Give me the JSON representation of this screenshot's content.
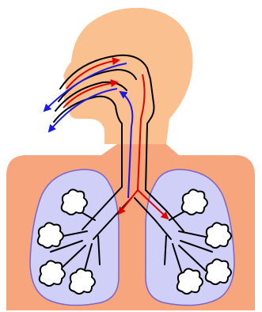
{
  "diagram": {
    "subject": "respiratory-system",
    "labels": [],
    "colors": {
      "head_fill": "#FBC08F",
      "torso_fill": "#F7A57C",
      "lung_fill": "#CFCFF7",
      "lung_outline": "#7A64CC",
      "airway_outline": "#000000",
      "airway_fill": "#FFFFFF",
      "alveoli_fill": "#FFFFFF",
      "inhale_arrow": "#E00000",
      "exhale_arrow": "#1A1AE6"
    },
    "flows": [
      {
        "name": "inhaled-air",
        "color_key": "inhale_arrow"
      },
      {
        "name": "exhaled-air",
        "color_key": "exhale_arrow"
      }
    ]
  }
}
